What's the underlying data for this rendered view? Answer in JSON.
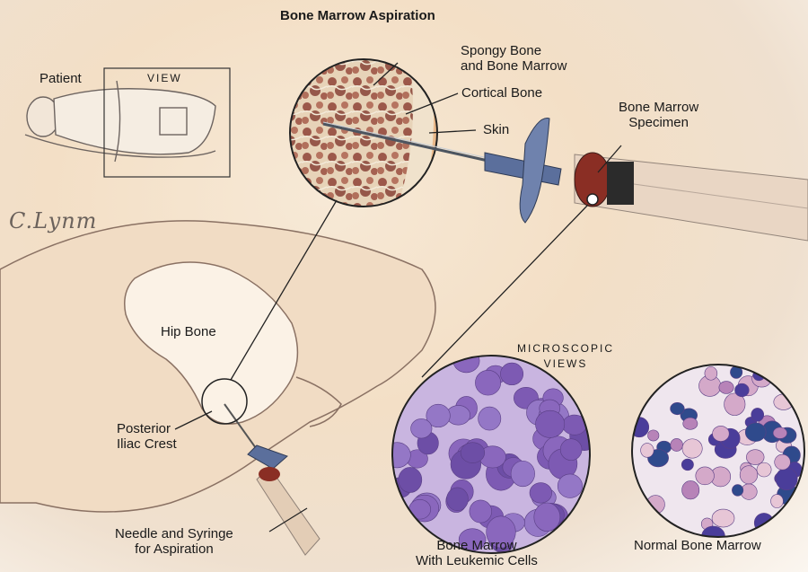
{
  "title": "Bone Marrow Aspiration",
  "labels": {
    "patient": "Patient",
    "view": "VIEW",
    "spongy_bone": "Spongy Bone\nand Bone Marrow",
    "cortical_bone": "Cortical Bone",
    "skin": "Skin",
    "specimen": "Bone Marrow\nSpecimen",
    "hip_bone": "Hip Bone",
    "iliac_crest": "Posterior\nIliac Crest",
    "needle": "Needle and Syringe\nfor Aspiration",
    "microscopic": "MICROSCOPIC\nVIEWS",
    "leukemic": "Bone Marrow\nWith Leukemic Cells",
    "normal": "Normal Bone Marrow"
  },
  "signature": "C.Lynm",
  "colors": {
    "background": "#f3dfc6",
    "marrow": "#8a3a2e",
    "cell_violet": "#7d5ab3",
    "cell_pale": "#c9b5e0",
    "needle_blue": "#5b6f9c"
  }
}
